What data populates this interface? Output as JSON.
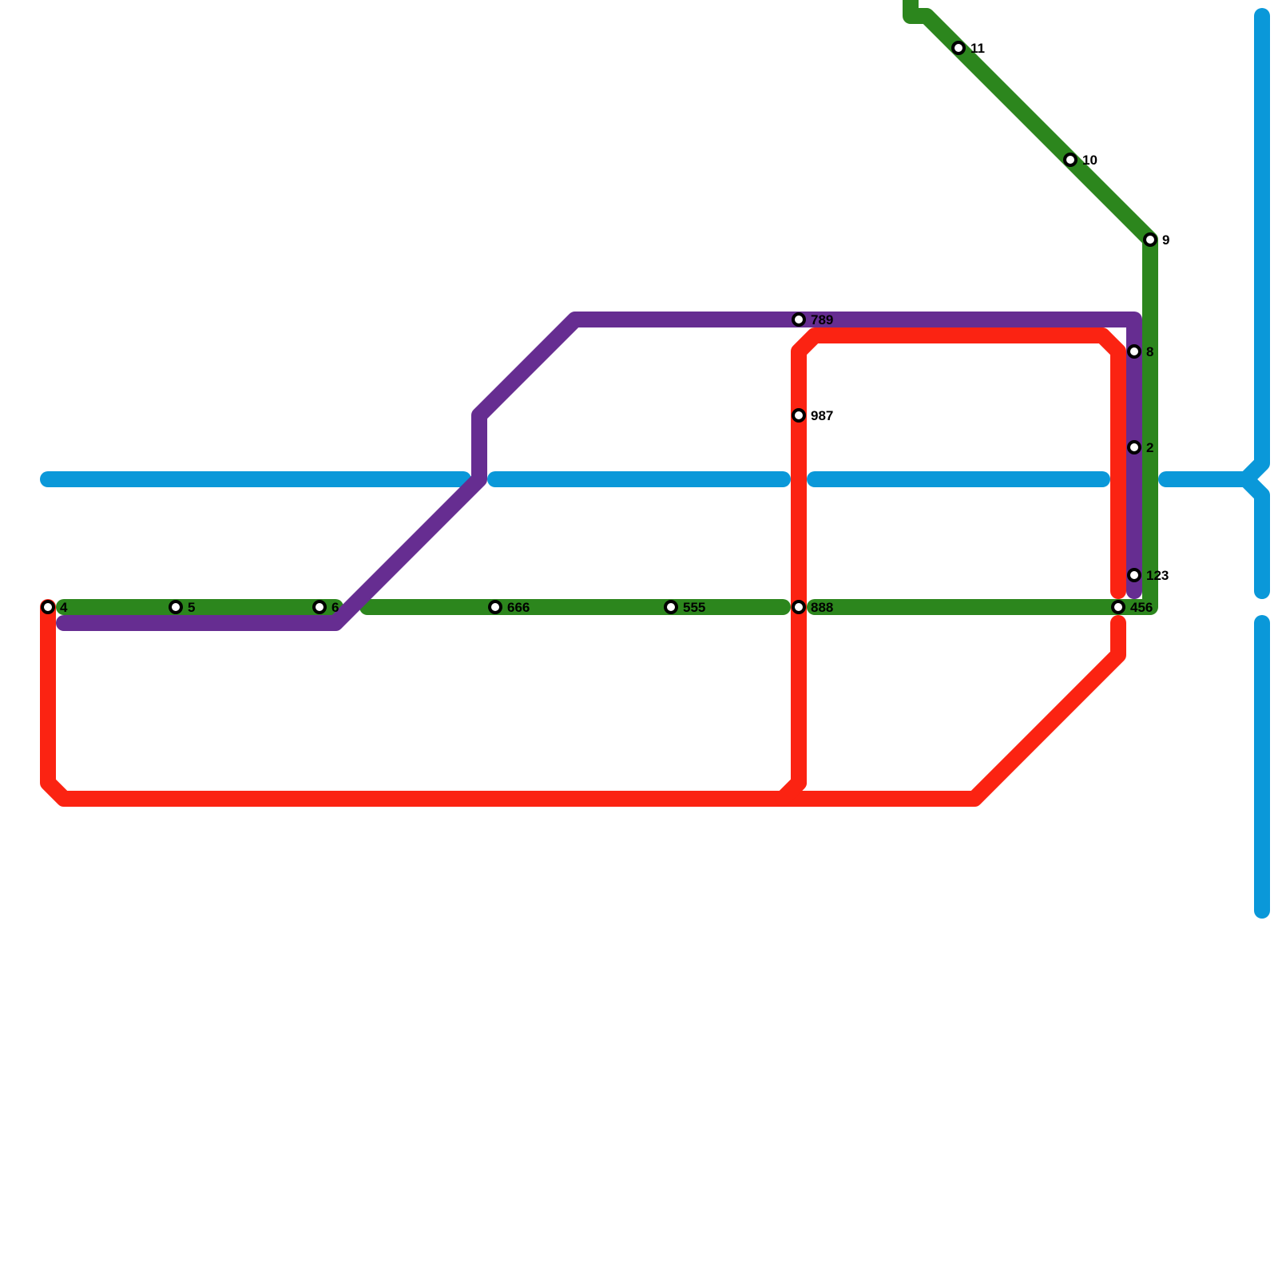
{
  "lines": {
    "blue": {
      "color": "#0a98d9"
    },
    "red": {
      "color": "#fb2312"
    },
    "green": {
      "color": "#2c861d"
    },
    "purple": {
      "color": "#662d91"
    }
  },
  "stations": [
    {
      "id": "s4",
      "label": "4"
    },
    {
      "id": "s5",
      "label": "5"
    },
    {
      "id": "s6",
      "label": "6"
    },
    {
      "id": "s666",
      "label": "666"
    },
    {
      "id": "s555",
      "label": "555"
    },
    {
      "id": "s888",
      "label": "888"
    },
    {
      "id": "s789",
      "label": "789"
    },
    {
      "id": "s987",
      "label": "987"
    },
    {
      "id": "s11",
      "label": "11"
    },
    {
      "id": "s10",
      "label": "10"
    },
    {
      "id": "s9",
      "label": "9"
    },
    {
      "id": "s8",
      "label": "8"
    },
    {
      "id": "s2",
      "label": "2"
    },
    {
      "id": "s123",
      "label": "123"
    },
    {
      "id": "s456",
      "label": "456"
    }
  ]
}
